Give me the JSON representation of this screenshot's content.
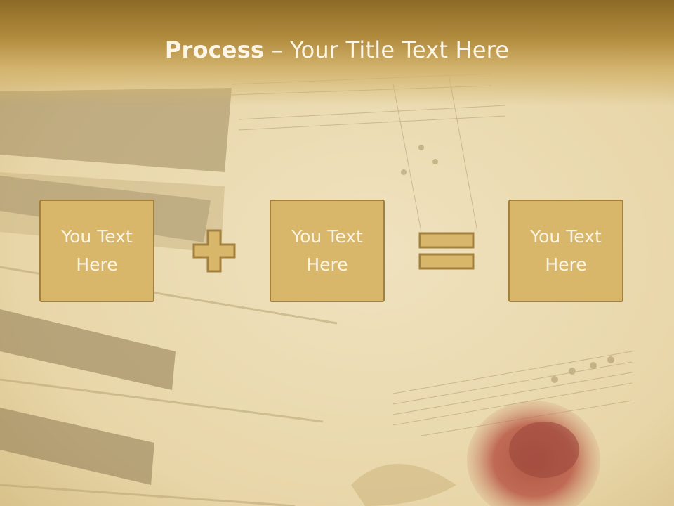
{
  "slide": {
    "title_bold": "Process",
    "title_rest": " – Your Title Text Here",
    "boxes": [
      {
        "text": "You Text Here"
      },
      {
        "text": "You Text Here"
      },
      {
        "text": "You Text Here"
      }
    ],
    "operators": [
      "plus-icon",
      "equals-icon"
    ]
  },
  "colors": {
    "header": "#8d6a26",
    "box_fill": "#d9b76a",
    "box_border": "#a2803d",
    "text": "#fbf4e2",
    "background": "#ecdcb3"
  }
}
